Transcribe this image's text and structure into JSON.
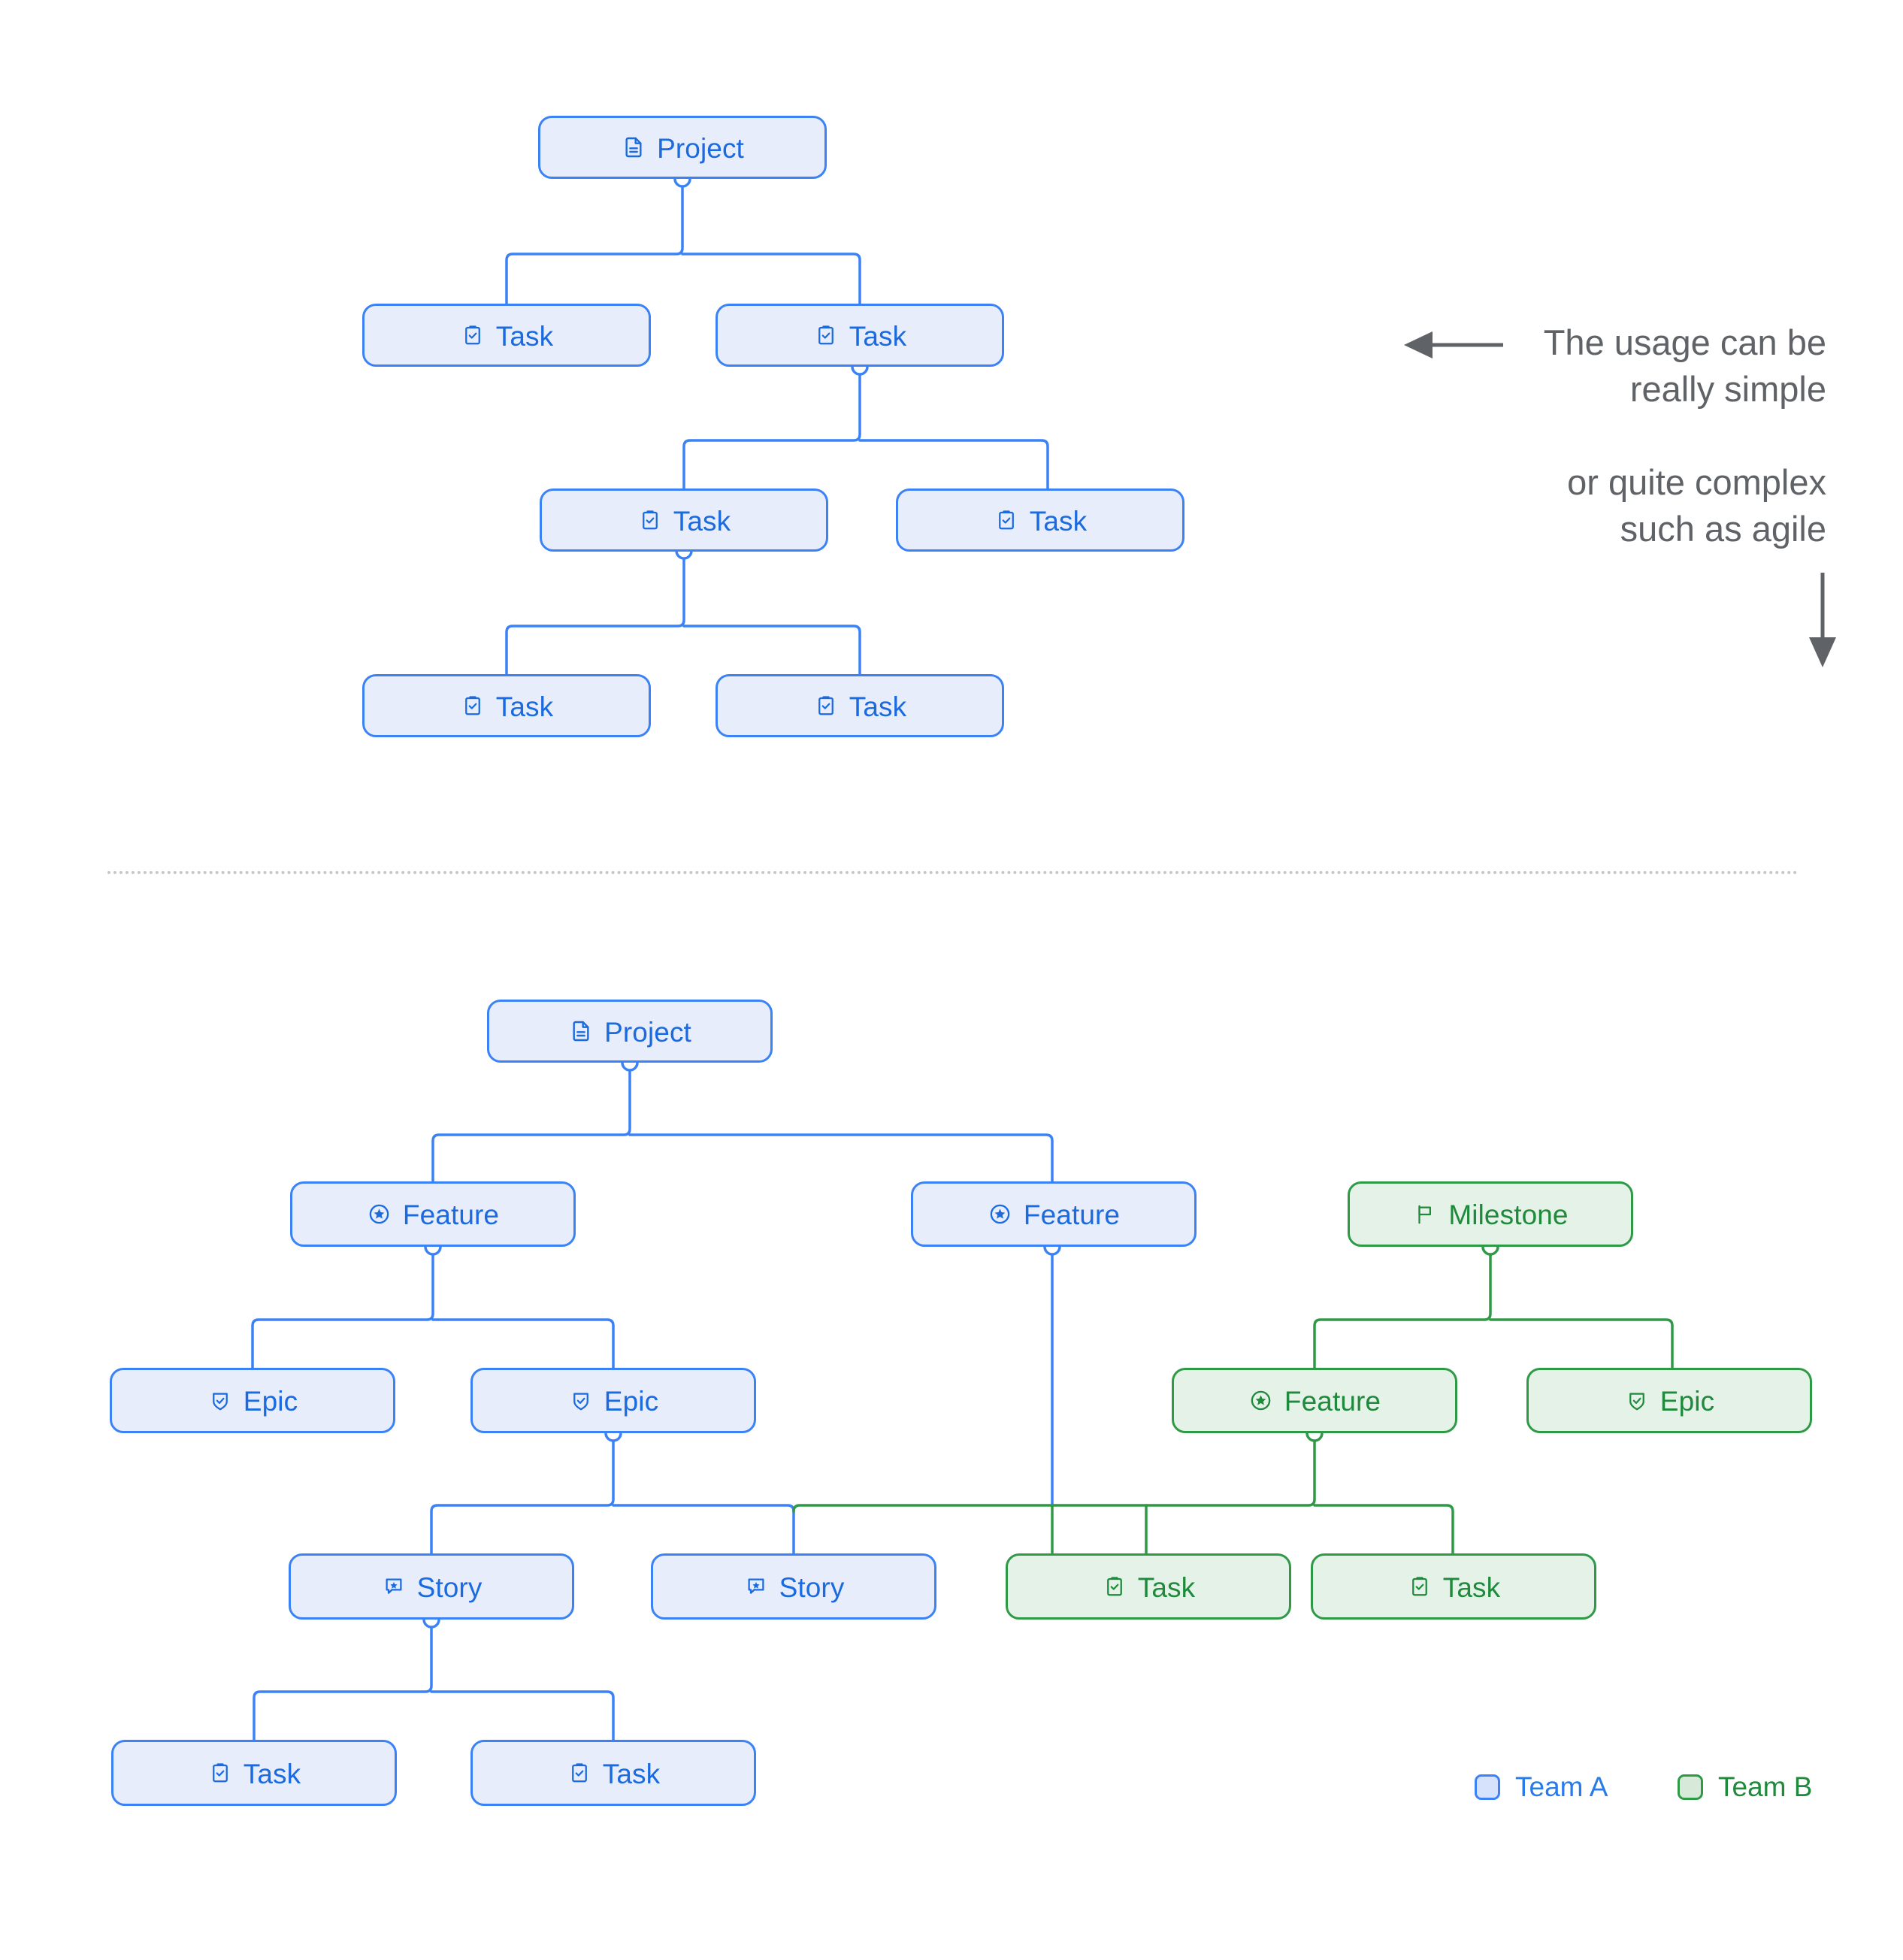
{
  "annotation": {
    "text_line1": "The usage can be",
    "text_line2": "really simple",
    "text_line3": "or quite complex",
    "text_line4": "such as agile",
    "full_text": "The usage can be\nreally simple\n\nor quite complex\nsuch as agile",
    "color": "#5f6368"
  },
  "colors": {
    "team_a_border": "#3b82f6",
    "team_a_fill": "#e8edfc",
    "team_a_text": "#1a6ae0",
    "team_b_border": "#2e9a46",
    "team_b_fill": "#e5f2e8",
    "team_b_text": "#1f8a3c",
    "divider": "#c4c7cb",
    "note_text": "#5f6368"
  },
  "legend": {
    "items": [
      {
        "label": "Team A",
        "color": "#3b82f6",
        "team": "A"
      },
      {
        "label": "Team B",
        "color": "#2e9a46",
        "team": "B"
      }
    ]
  },
  "diagram_simple": {
    "caption": "simple task breakdown tree",
    "nodes": [
      {
        "id": "s-project",
        "label": "Project",
        "icon": "document-icon",
        "team": "A"
      },
      {
        "id": "s-task-1",
        "label": "Task",
        "icon": "clipboard-check-icon",
        "team": "A"
      },
      {
        "id": "s-task-2",
        "label": "Task",
        "icon": "clipboard-check-icon",
        "team": "A"
      },
      {
        "id": "s-task-3",
        "label": "Task",
        "icon": "clipboard-check-icon",
        "team": "A"
      },
      {
        "id": "s-task-4",
        "label": "Task",
        "icon": "clipboard-check-icon",
        "team": "A"
      },
      {
        "id": "s-task-5",
        "label": "Task",
        "icon": "clipboard-check-icon",
        "team": "A"
      },
      {
        "id": "s-task-6",
        "label": "Task",
        "icon": "clipboard-check-icon",
        "team": "A"
      }
    ]
  },
  "diagram_agile": {
    "caption": "agile project breakdown tree with two teams",
    "nodes": [
      {
        "id": "a-project",
        "label": "Project",
        "icon": "document-icon",
        "team": "A"
      },
      {
        "id": "a-feature-1",
        "label": "Feature",
        "icon": "star-circle-icon",
        "team": "A"
      },
      {
        "id": "a-feature-2",
        "label": "Feature",
        "icon": "star-circle-icon",
        "team": "A"
      },
      {
        "id": "a-milestone",
        "label": "Milestone",
        "icon": "flag-icon",
        "team": "B"
      },
      {
        "id": "a-epic-1",
        "label": "Epic",
        "icon": "shield-check-icon",
        "team": "A"
      },
      {
        "id": "a-epic-2",
        "label": "Epic",
        "icon": "shield-check-icon",
        "team": "A"
      },
      {
        "id": "a-feature-3",
        "label": "Feature",
        "icon": "star-circle-icon",
        "team": "B"
      },
      {
        "id": "a-epic-3",
        "label": "Epic",
        "icon": "shield-check-icon",
        "team": "B"
      },
      {
        "id": "a-story-1",
        "label": "Story",
        "icon": "chat-star-icon",
        "team": "A"
      },
      {
        "id": "a-story-2",
        "label": "Story",
        "icon": "chat-star-icon",
        "team": "A"
      },
      {
        "id": "a-task-1",
        "label": "Task",
        "icon": "clipboard-check-icon",
        "team": "B"
      },
      {
        "id": "a-task-2",
        "label": "Task",
        "icon": "clipboard-check-icon",
        "team": "B"
      },
      {
        "id": "a-task-3",
        "label": "Task",
        "icon": "clipboard-check-icon",
        "team": "A"
      },
      {
        "id": "a-task-4",
        "label": "Task",
        "icon": "clipboard-check-icon",
        "team": "A"
      }
    ]
  }
}
